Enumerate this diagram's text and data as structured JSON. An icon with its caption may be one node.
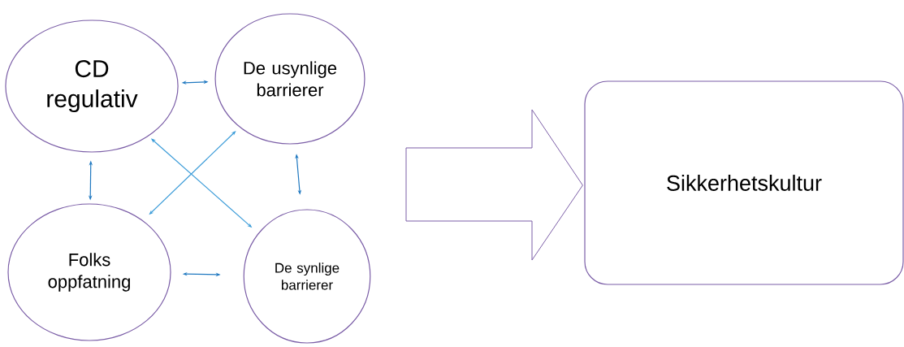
{
  "diagram": {
    "nodes": [
      {
        "text": [
          "CD regulativ"
        ]
      },
      {
        "text": [
          "De usynlige barrierer"
        ]
      },
      {
        "text": [
          "Folks oppfatning"
        ]
      },
      {
        "text": [
          "De synlige barrierer"
        ]
      },
      {
        "text": [
          "Sikkerhetskultur"
        ]
      }
    ],
    "edges": [
      {
        "from": 0,
        "to": 1,
        "arrow": "both"
      },
      {
        "from": 0,
        "to": 2,
        "arrow": "both"
      },
      {
        "from": 0,
        "to": 3,
        "arrow": "both",
        "color": "#3a9bd8"
      },
      {
        "from": 1,
        "to": 2,
        "arrow": "both",
        "color": "#3a9bd8"
      },
      {
        "from": 1,
        "to": 3,
        "arrow": "both"
      },
      {
        "from": 2,
        "to": 3,
        "arrow": "both"
      },
      {
        "from": null,
        "to": 4,
        "arrow": "to",
        "color": "#7b5ea7"
      }
    ]
  }
}
